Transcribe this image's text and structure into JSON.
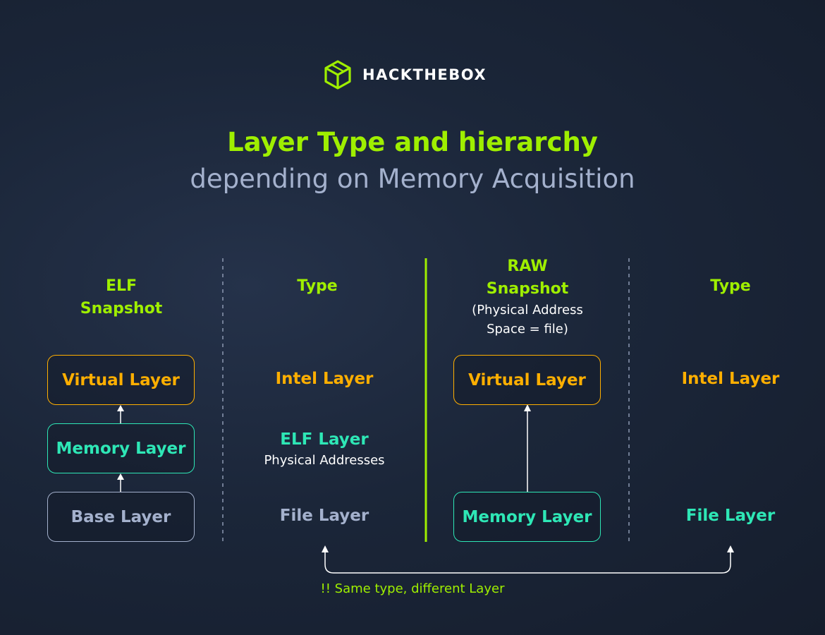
{
  "brand": {
    "name": "HACKTHEBOX"
  },
  "title": "Layer Type and hierarchy",
  "subtitle": "depending on Memory Acquisition",
  "elf": {
    "header_line1": "ELF",
    "header_line2": "Snapshot",
    "virtual": "Virtual Layer",
    "memory": "Memory Layer",
    "base": "Base Layer"
  },
  "elf_type": {
    "header": "Type",
    "intel": "Intel Layer",
    "elf": "ELF Layer",
    "elf_note": "Physical Addresses",
    "file": "File Layer"
  },
  "raw": {
    "header_line1": "RAW",
    "header_line2": "Snapshot",
    "note_line1": "(Physical Address",
    "note_line2": "Space = file)",
    "virtual": "Virtual Layer",
    "memory": "Memory Layer"
  },
  "raw_type": {
    "header": "Type",
    "intel": "Intel Layer",
    "file": "File Layer"
  },
  "footnote": "!! Same type, different Layer",
  "colors": {
    "green": "#9fef00",
    "orange": "#ffaf00",
    "teal": "#2ee7b6",
    "grey": "#a4b1cd"
  }
}
